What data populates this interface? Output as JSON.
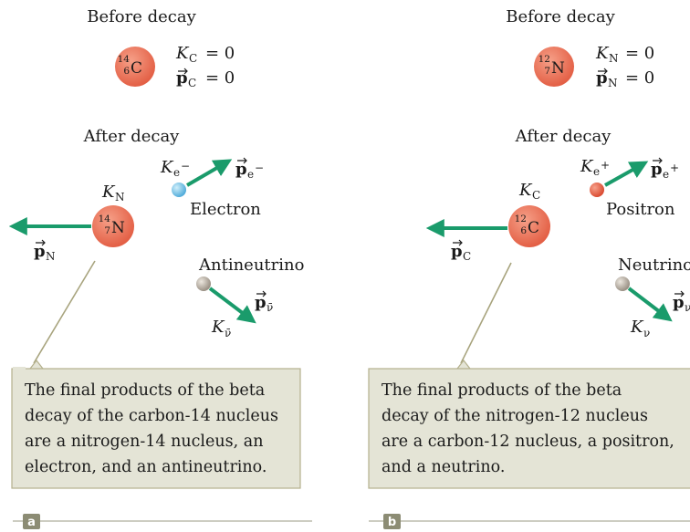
{
  "colors": {
    "nucleus": "#e8715a",
    "arrow": "#1a9b6b",
    "electron": "#7ec8e8",
    "positron": "#e55a3c",
    "neutrino": "#b8aea3",
    "caption_bg": "#e4e4d6",
    "caption_border": "#b4b08c",
    "rule": "#9b9b86",
    "tag_bg": "#8c8c74"
  },
  "panel_a": {
    "tag": "a",
    "before_heading": "Before decay",
    "after_heading": "After decay",
    "parent_nucleus": {
      "mass": "14",
      "atomic": "6",
      "symbol": "C"
    },
    "parent_energy": {
      "symbol": "K",
      "subscript": "C",
      "relation": "= 0"
    },
    "parent_momentum": {
      "symbol": "p",
      "subscript": "C",
      "relation": "= 0"
    },
    "daughter_nucleus": {
      "mass": "14",
      "atomic": "7",
      "symbol": "N"
    },
    "daughter_energy": {
      "symbol": "K",
      "subscript": "N"
    },
    "daughter_momentum": {
      "symbol": "p",
      "subscript": "N"
    },
    "lepton": {
      "name": "Electron",
      "energy_symbol": "K",
      "energy_subscript": "e",
      "charge": "−",
      "momentum_symbol": "p",
      "momentum_subscript": "e",
      "momentum_charge": "−"
    },
    "neutral": {
      "name": "Antineutrino",
      "momentum_symbol": "p",
      "momentum_subscript": "ν̄",
      "energy_symbol": "K",
      "energy_subscript": "ν̄"
    },
    "caption": [
      "The final products of the beta",
      "decay of the carbon-14 nucleus",
      "are a nitrogen-14 nucleus, an",
      "electron, and an antineutrino."
    ]
  },
  "panel_b": {
    "tag": "b",
    "before_heading": "Before decay",
    "after_heading": "After decay",
    "parent_nucleus": {
      "mass": "12",
      "atomic": "7",
      "symbol": "N"
    },
    "parent_energy": {
      "symbol": "K",
      "subscript": "N",
      "relation": "= 0"
    },
    "parent_momentum": {
      "symbol": "p",
      "subscript": "N",
      "relation": "= 0"
    },
    "daughter_nucleus": {
      "mass": "12",
      "atomic": "6",
      "symbol": "C"
    },
    "daughter_energy": {
      "symbol": "K",
      "subscript": "C"
    },
    "daughter_momentum": {
      "symbol": "p",
      "subscript": "C"
    },
    "lepton": {
      "name": "Positron",
      "energy_symbol": "K",
      "energy_subscript": "e",
      "charge": "+",
      "momentum_symbol": "p",
      "momentum_subscript": "e",
      "momentum_charge": "+"
    },
    "neutral": {
      "name": "Neutrino",
      "momentum_symbol": "p",
      "momentum_subscript": "ν",
      "energy_symbol": "K",
      "energy_subscript": "ν"
    },
    "caption": [
      "The final products of the beta",
      "decay of the nitrogen-12 nucleus",
      "are a carbon-12 nucleus, a positron,",
      "and a neutrino."
    ]
  }
}
